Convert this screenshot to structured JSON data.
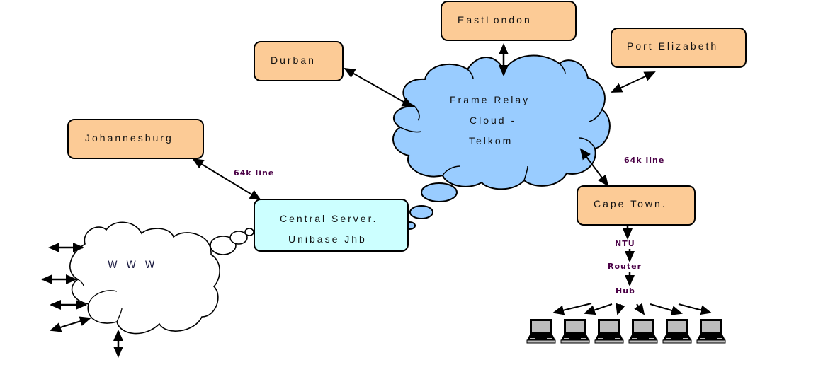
{
  "diagram": {
    "title": "Network topology",
    "nodes": {
      "east_london": "EastLondon",
      "port_elizabeth": "Port Elizabeth",
      "durban": "Durban",
      "johannesburg": "Johannesburg",
      "cape_town": "Cape Town.",
      "central_server_line1": "Central Server.",
      "central_server_line2": "Unibase Jhb"
    },
    "frame_relay_cloud": {
      "line1": "Frame Relay",
      "line2": "Cloud -",
      "line3": "Telkom"
    },
    "www_cloud": {
      "label": "W W W"
    },
    "link_labels": {
      "jhb_to_server": "64k line",
      "cloud_to_cape_town": "64k line"
    },
    "cape_town_chain": [
      "NTU",
      "Router",
      "Hub"
    ],
    "laptops": {
      "count": 6,
      "icon": "laptop-icon"
    },
    "colors": {
      "site_box": "#fccb96",
      "server_box": "#ccffff",
      "frame_relay_cloud": "#99ccff",
      "link_label": "#4a0046"
    }
  }
}
